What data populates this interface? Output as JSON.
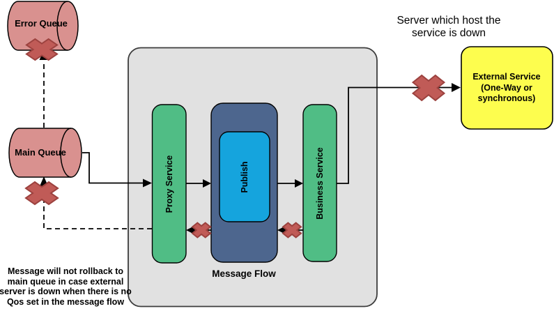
{
  "colors": {
    "queue_fill": "#d9918f",
    "service_green": "#50bd85",
    "publish_container_blue": "#4d668e",
    "publish_cyan": "#15a4dd",
    "external_yellow": "#fdfd4e",
    "flow_gray": "#e1e1e1",
    "x_fill": "#c05b57",
    "x_stroke": "#9c423f",
    "line_black": "#000000"
  },
  "nodes": {
    "error_queue": {
      "label": "Error Queue"
    },
    "main_queue": {
      "label": "Main Queue"
    },
    "proxy_service": {
      "label": "Proxy Service"
    },
    "publish": {
      "label": "Publish"
    },
    "business_service": {
      "label": "Business Service"
    },
    "message_flow": {
      "label": "Message Flow"
    },
    "external_service": {
      "line1": "External Service",
      "line2": "(One-Way or",
      "line3": "synchronous)"
    }
  },
  "annotations": {
    "server_down": {
      "line1": "Server which host the",
      "line2": "service is down"
    },
    "no_rollback": {
      "line1": "Message will not rollback to",
      "line2": "main queue in case external",
      "line3": "server is down when there is no",
      "line4": "Qos set in the message flow"
    }
  }
}
